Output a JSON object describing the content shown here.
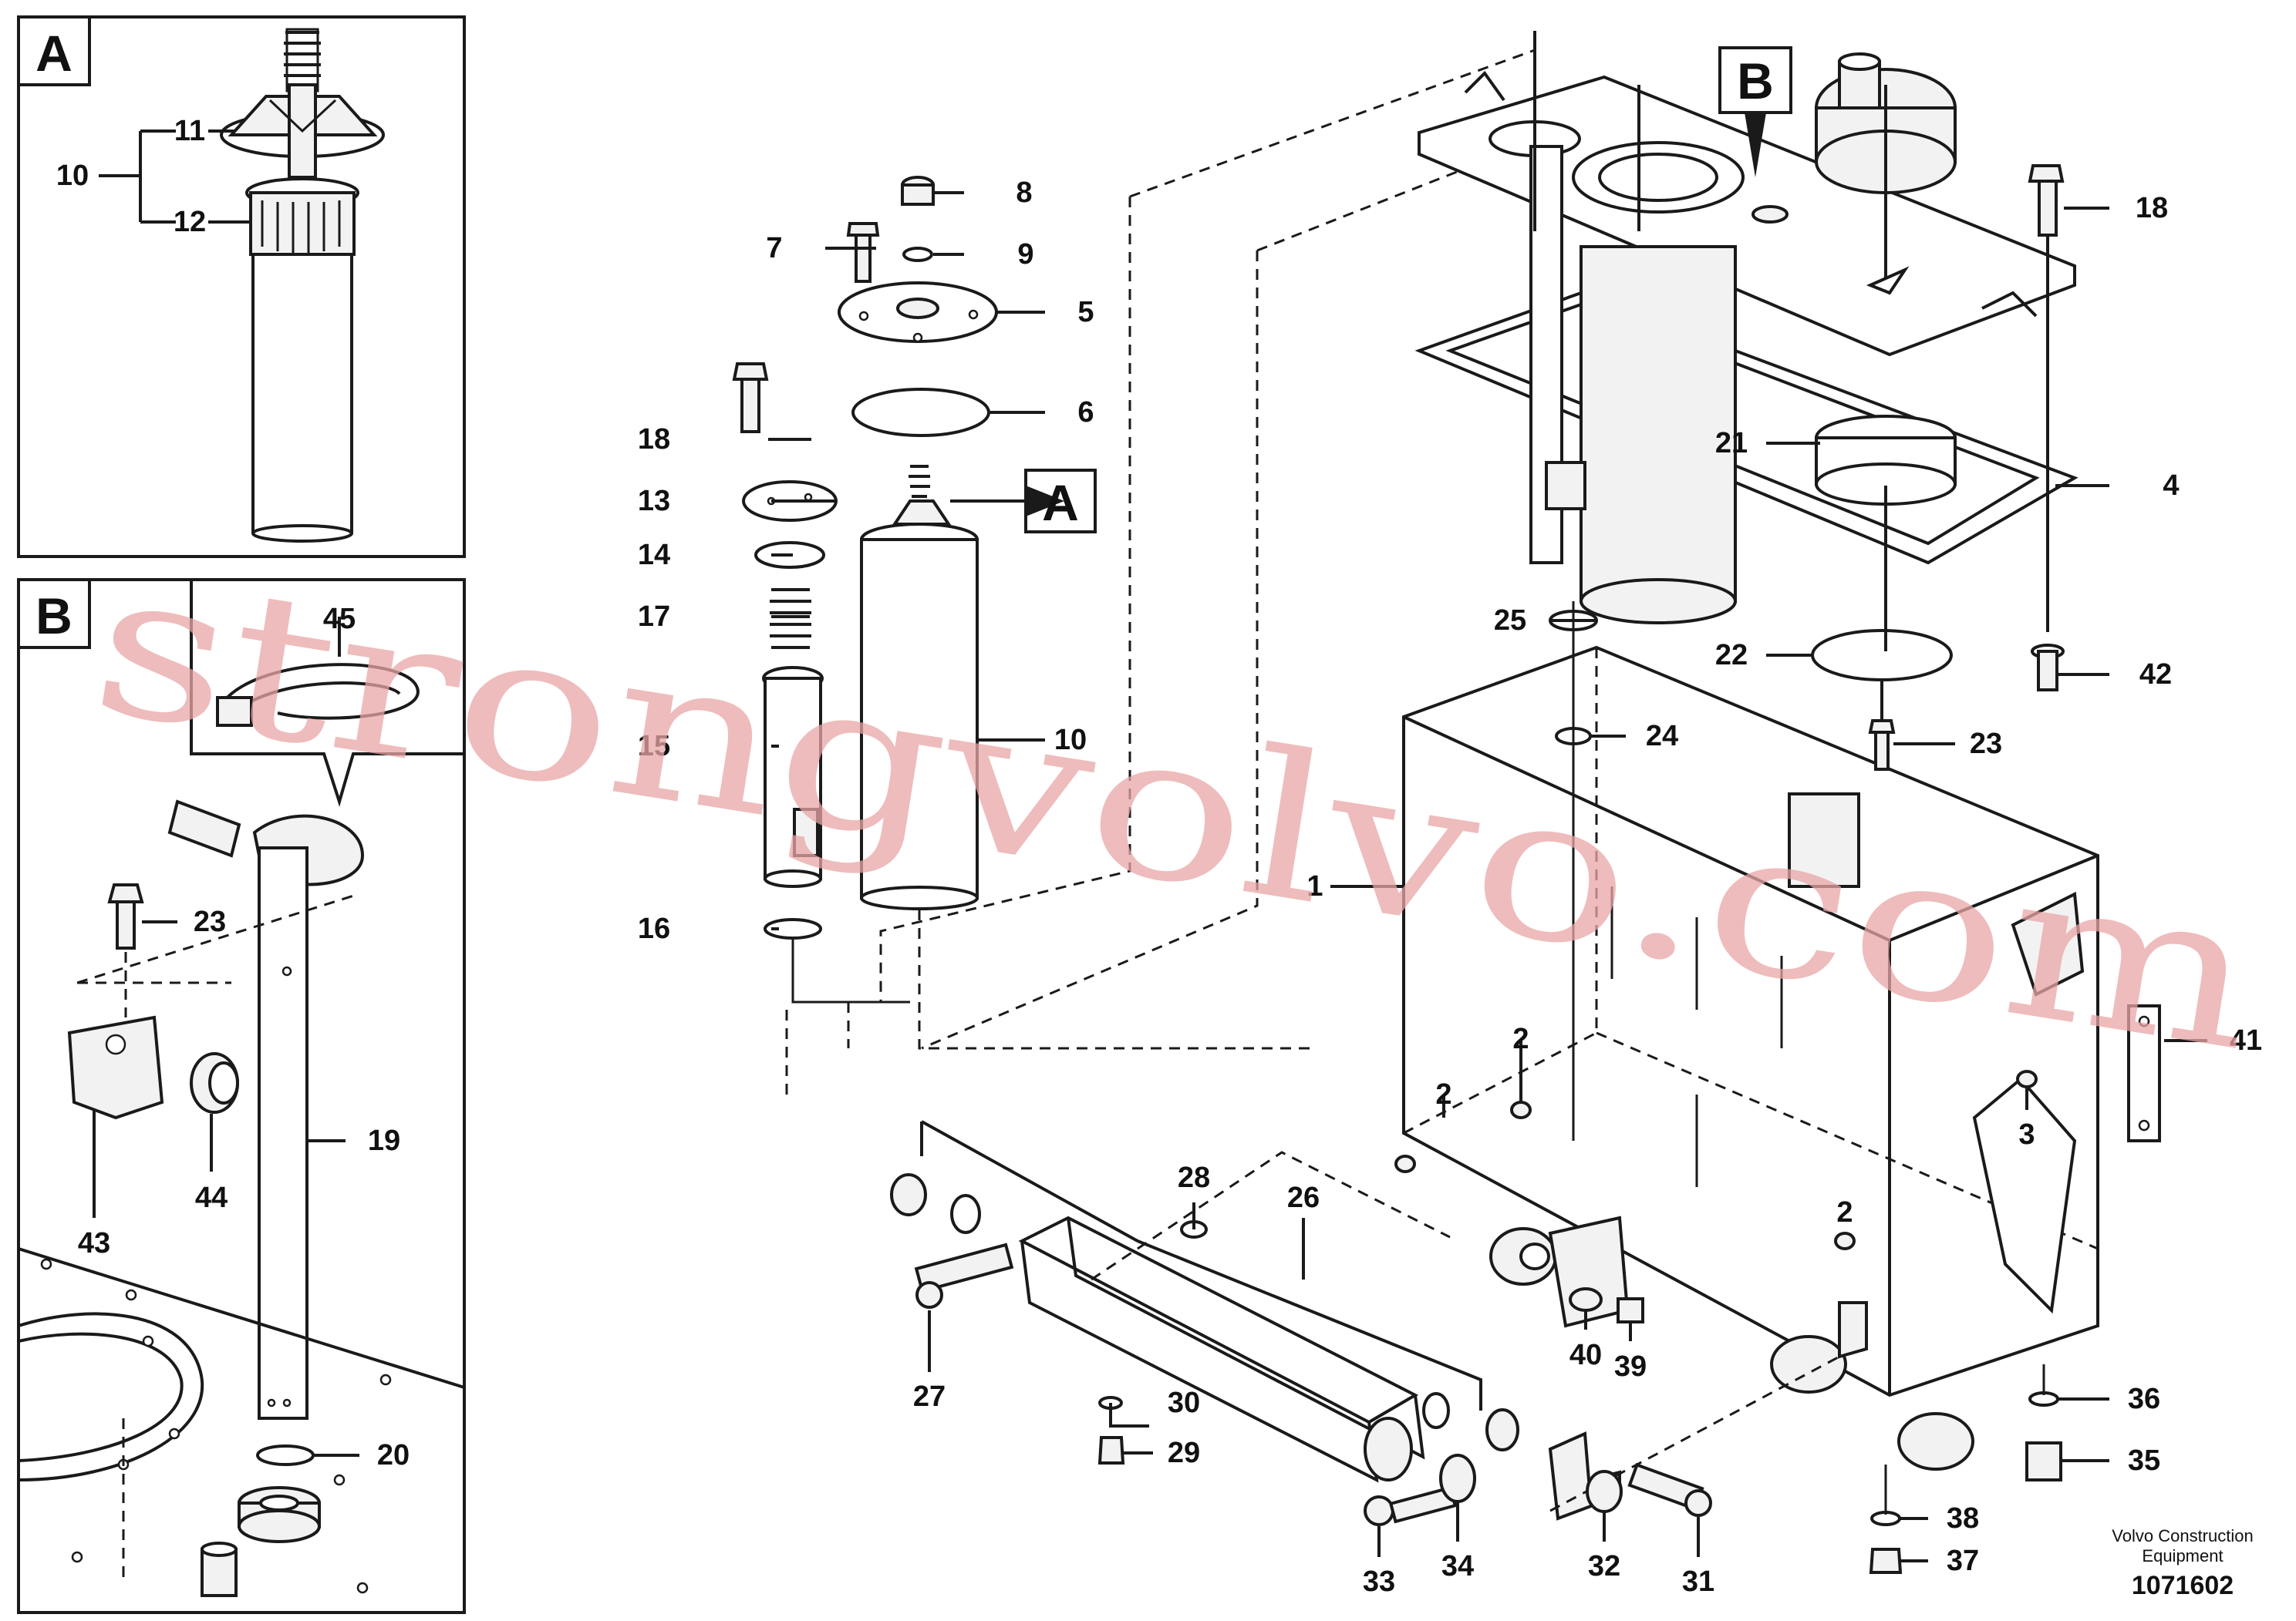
{
  "inset_a": {
    "label": "A",
    "callouts": [
      "10",
      "11",
      "12"
    ]
  },
  "inset_b": {
    "label": "B",
    "callouts": [
      "45",
      "23",
      "19",
      "43",
      "44",
      "20"
    ]
  },
  "main_callouts": {
    "c1": "1",
    "c2a": "2",
    "c2b": "2",
    "c2c": "2",
    "c3": "3",
    "c4": "4",
    "c5": "5",
    "c6": "6",
    "c7": "7",
    "c8": "8",
    "c9": "9",
    "c10": "10",
    "c13": "13",
    "c14": "14",
    "c15": "15",
    "c16": "16",
    "c17": "17",
    "c18a": "18",
    "c18b": "18",
    "c21": "21",
    "c22": "22",
    "c23": "23",
    "c24": "24",
    "c25": "25",
    "c26": "26",
    "c27": "27",
    "c28": "28",
    "c29": "29",
    "c30": "30",
    "c31": "31",
    "c32": "32",
    "c33": "33",
    "c34": "34",
    "c35": "35",
    "c36": "36",
    "c37": "37",
    "c38": "38",
    "c39": "39",
    "c40": "40",
    "c41": "41",
    "c42": "42"
  },
  "pointer_labels": {
    "a": "A",
    "b": "B"
  },
  "watermark": "strongvolvo.com",
  "footer": {
    "line1": "Volvo Construction",
    "line2": "Equipment",
    "number": "1071602"
  },
  "colors": {
    "line": "#1a1a1a",
    "watermark": "#e8a5a5",
    "background": "#ffffff"
  }
}
